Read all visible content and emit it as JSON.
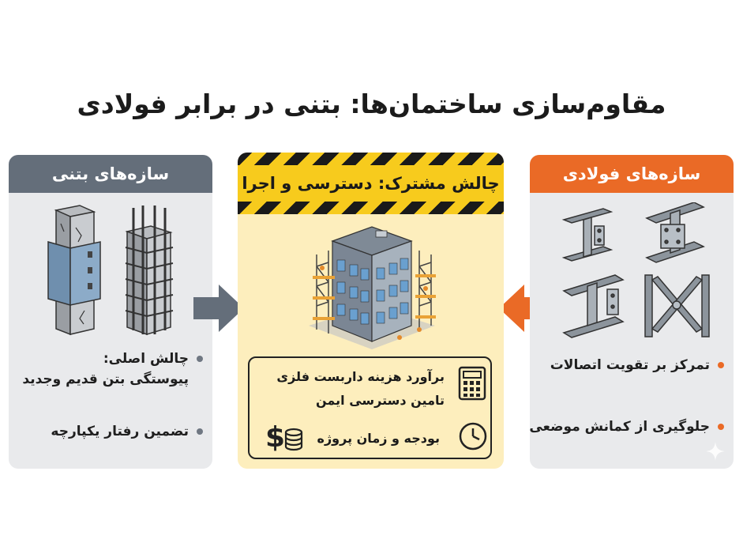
{
  "title": "مقاوم‌سازی ساختمان‌ها: بتنی در برابر فولادی",
  "left": {
    "header": "سازه‌های بتنی",
    "bullets": [
      "چالش اصلی:",
      "پیوستگی بتن قدیم وجدید",
      "تضمین رفتار یکپارچه"
    ]
  },
  "middle": {
    "header": "چالش مشترک: دسترسی و اجرا",
    "items": [
      "برآورد هزینه داربست فلزی",
      "تامین دسترسی ایمن",
      "بودجه و زمان پروژه"
    ]
  },
  "right": {
    "header": "سازه‌های فولادی",
    "bullets": [
      "تمرکز بر تقویت اتصالات",
      "جلوگیری از کمانش موضعی"
    ]
  },
  "colors": {
    "gray_header": "#646e7a",
    "orange_header": "#ea6a26",
    "hazard_yellow": "#f7cb1d",
    "middle_bg": "#fdeebd"
  },
  "icons": [
    "concrete-jacketed-column-icon",
    "rebar-cage-column-icon",
    "building-scaffold-icon",
    "calculator-icon",
    "dollar-coins-icon",
    "clock-icon",
    "steel-beam-joint-icon",
    "steel-bracing-icon",
    "sparkle-icon"
  ]
}
